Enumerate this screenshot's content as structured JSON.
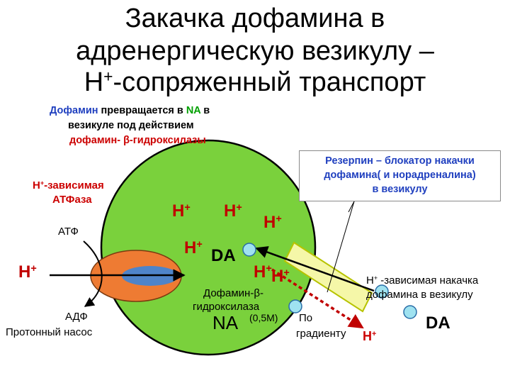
{
  "title": {
    "line1": "Закачка дофамина в",
    "line2": "адренергическую везикулу –",
    "line3_h": "H",
    "line3_sup": "+",
    "line3_rest": "-сопряженный транспорт"
  },
  "intro": {
    "dopamine": "Дофамин",
    "turns_into": " превращается  в ",
    "na": "NA",
    "in": " в",
    "line2": "везикуле под  действием",
    "enzyme": "дофамин- β-гидроксилазы"
  },
  "reserpine": {
    "bold_word": "Резерпин",
    "rest_line1": " – блокатор накачки",
    "line2": "дофамина( и норадреналина)",
    "line3": "в везикулу"
  },
  "atpase": {
    "h": "H",
    "sup": "+",
    "line1_rest": "-зависимая",
    "line2": "АТФаза"
  },
  "pump": {
    "atp": "АТФ",
    "adp": "АДФ",
    "name": "Протонный насос",
    "h_outside": "H",
    "h_outside_sup": "+"
  },
  "vesicle": {
    "protons": [
      {
        "label": "H",
        "sup": "+"
      },
      {
        "label": "H",
        "sup": "+"
      },
      {
        "label": "H",
        "sup": "+"
      },
      {
        "label": "H",
        "sup": "+"
      },
      {
        "label": "H",
        "sup": "+"
      },
      {
        "label": "H",
        "sup": "+"
      }
    ],
    "da": "DA",
    "enzyme_line1": "Дофамин-β-",
    "enzyme_line2": "гидроксилаза",
    "na": "NA",
    "concentration": "(0,5M)"
  },
  "transport": {
    "label_h": "H",
    "label_sup": "+",
    "label_line1_rest": " -зависимая накачка",
    "label_line2": "дофамина  в везикулу",
    "gradient_line1": "По",
    "gradient_line2": "градиенту",
    "h_out": "H",
    "h_out_sup": "+",
    "da_out": "DA"
  },
  "colors": {
    "vesicle_fill": "#7ad13c",
    "vesicle_stroke": "#000000",
    "pump_fill": "#ee7b33",
    "pump_core": "#4f84c9",
    "molecule_fill": "#9fe2f0",
    "molecule_stroke": "#2a6ea8",
    "transporter_fill": "#f5f7a8",
    "transporter_stroke": "#b7c300",
    "proton_red": "#c00000",
    "arrow_dark": "#000000",
    "text_blue": "#1f3fbf",
    "text_red": "#cc0000",
    "text_green": "#00a000"
  }
}
